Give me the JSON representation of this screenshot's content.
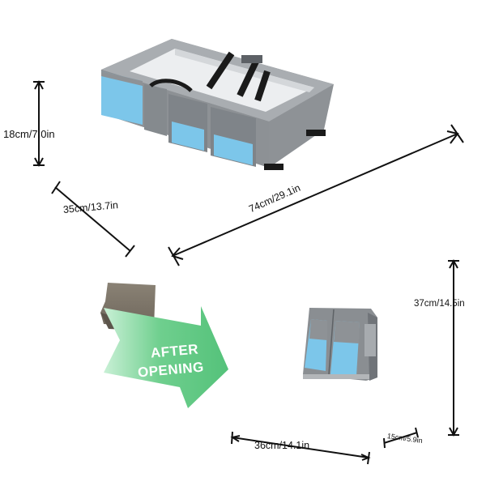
{
  "dimensions": {
    "height_open": "18cm/7.0in",
    "width_open": "35cm/13.7in",
    "length_open": "74cm/29.1in",
    "height_folded": "37cm/14.5in",
    "width_folded": "36cm/14.1in",
    "depth_folded": "15cm/5.9in"
  },
  "arrow_label": {
    "line1": "AFTER",
    "line2": "OPENING"
  },
  "colors": {
    "bag_gray": "#8e9296",
    "bag_dark": "#6a6e72",
    "accent_blue": "#7cc6ea",
    "arrow_green": "#6fcf8e",
    "swatch_brown": "#7d7468"
  }
}
